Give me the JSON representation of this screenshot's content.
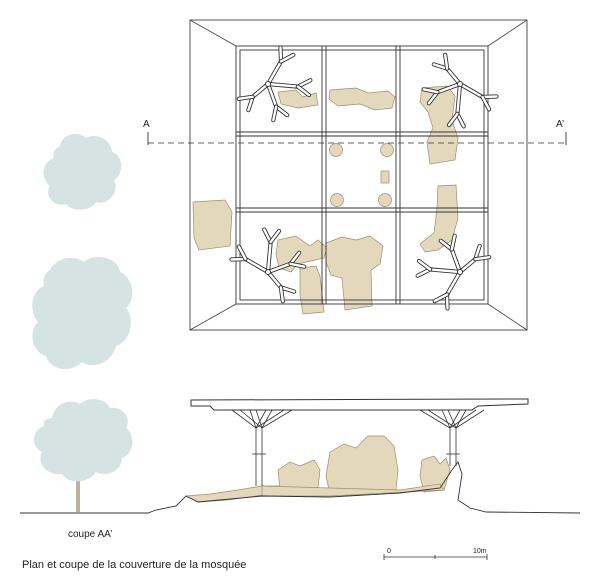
{
  "labels": {
    "section_left": "A",
    "section_right": "A’",
    "section_caption": "coupe AA’",
    "title": "Plan et coupe de la couverture de la mosquée",
    "scale_start": "0",
    "scale_end": "10m"
  },
  "colors": {
    "ruin": "#e3d8bc",
    "ruin_stroke": "#9c8f6e",
    "tree": "#d5e3e3",
    "line": "#333333",
    "trunk": "#b9b39e"
  }
}
